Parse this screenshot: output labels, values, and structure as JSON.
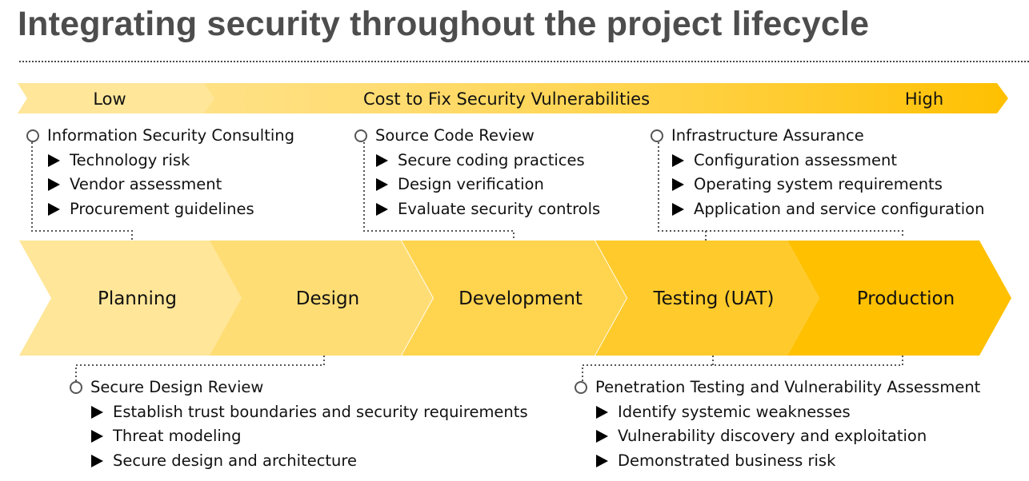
{
  "title": "Integrating security throughout the project lifecycle",
  "cost_arrow": {
    "low_label": "Low",
    "center_label": "Cost to Fix Security Vulnerabilities",
    "high_label": "High"
  },
  "stages": [
    {
      "label": "Planning",
      "color": "#ffe699"
    },
    {
      "label": "Design",
      "color": "#ffdd75"
    },
    {
      "label": "Development",
      "color": "#ffd44f"
    },
    {
      "label": "Testing (UAT)",
      "color": "#ffcb2c"
    },
    {
      "label": "Production",
      "color": "#ffc000"
    }
  ],
  "activities_top": [
    {
      "title": "Information Security Consulting",
      "items": [
        "Technology risk",
        "Vendor assessment",
        "Procurement guidelines"
      ]
    },
    {
      "title": "Source Code Review",
      "items": [
        "Secure coding practices",
        "Design verification",
        "Evaluate security controls"
      ]
    },
    {
      "title": "Infrastructure Assurance",
      "items": [
        "Configuration assessment",
        "Operating system requirements",
        "Application and service configuration"
      ]
    }
  ],
  "activities_bottom": [
    {
      "title": "Secure Design Review",
      "items": [
        "Establish trust boundaries and security requirements",
        "Threat modeling",
        "Secure design and architecture"
      ]
    },
    {
      "title": "Penetration Testing and Vulnerability Assessment",
      "items": [
        "Identify systemic weaknesses",
        "Vulnerability discovery and exploitation",
        "Demonstrated business risk"
      ]
    }
  ]
}
